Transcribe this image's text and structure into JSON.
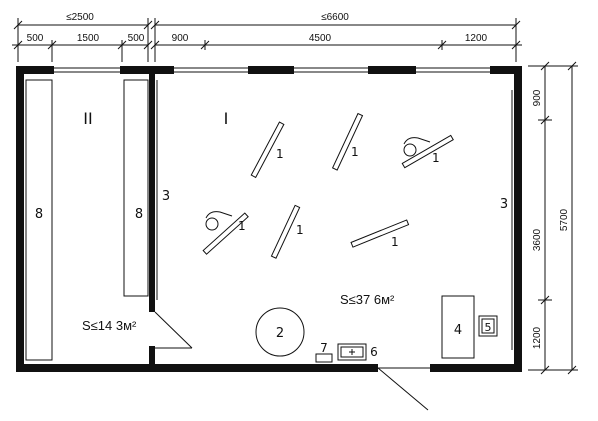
{
  "dimensions": {
    "top_overall_left": "≤2500",
    "top_overall_right": "≤6600",
    "top_seg": [
      "500",
      "1500",
      "500",
      "900",
      "4500",
      "1200"
    ],
    "right_seg": [
      "900",
      "3600",
      "1200"
    ],
    "right_total": "5700"
  },
  "rooms": {
    "room_small": "II",
    "room_large": "I"
  },
  "areas": {
    "small": "S≤14 3м²",
    "large": "S≤37 6м²"
  },
  "labels": {
    "bench": "1",
    "round_table": "2",
    "wall_board": "3",
    "desk": "4",
    "chair": "5",
    "sink": "6",
    "stand": "7",
    "shelf": "8"
  }
}
